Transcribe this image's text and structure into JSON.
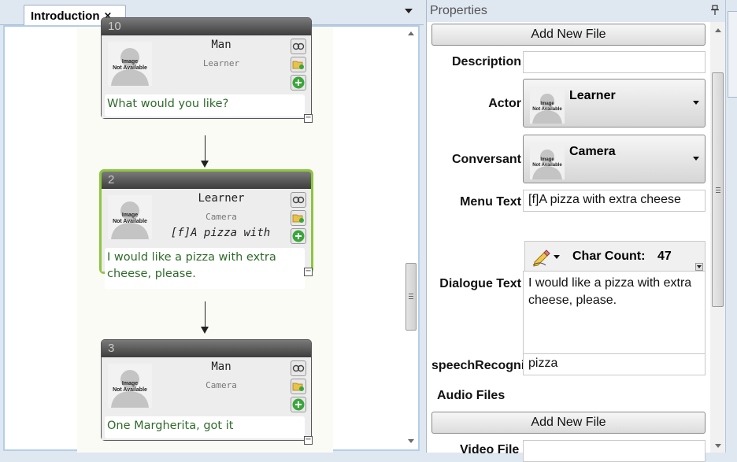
{
  "tab": {
    "title": "Introduction",
    "close_glyph": "×"
  },
  "canvas": {
    "nodes": [
      {
        "number": "10",
        "actor": "Man",
        "conversant": "Learner",
        "menu_text": "",
        "avatar_caption": "Image\nNot Available",
        "dialogue": "What would you like?",
        "selected": false
      },
      {
        "number": "2",
        "actor": "Learner",
        "conversant": "Camera",
        "menu_text": "[f]A pizza with",
        "avatar_caption": "Image\nNot Available",
        "dialogue": "I would like a pizza with extra cheese, please.",
        "selected": true
      },
      {
        "number": "3",
        "actor": "Man",
        "conversant": "Camera",
        "menu_text": "",
        "avatar_caption": "Image\nNot Available",
        "dialogue": "One Margherita, got it",
        "selected": false
      }
    ],
    "collapse_glyph": "−"
  },
  "properties": {
    "title": "Properties",
    "add_new_file_label": "Add New File",
    "description": {
      "label": "Description",
      "value": ""
    },
    "actor": {
      "label": "Actor",
      "value": "Learner",
      "avatar_caption": "Image\nNot Available"
    },
    "conversant": {
      "label": "Conversant",
      "value": "Camera",
      "avatar_caption": "Image\nNot Available"
    },
    "menu_text": {
      "label": "Menu Text",
      "value": "[f]A pizza with extra cheese"
    },
    "char_count": {
      "label": "Char Count:",
      "value": "47"
    },
    "dialogue_text": {
      "label": "Dialogue Text",
      "value": "I would like a pizza with extra cheese, please."
    },
    "speech_recognition": {
      "label": "speechRecogni",
      "value": "pizza"
    },
    "audio_files": {
      "label": "Audio Files",
      "add_label": "Add New File"
    },
    "video_file": {
      "label": "Video File"
    }
  },
  "colors": {
    "selected_border": "#8dc63f",
    "dialogue_green": "#2f6b2a",
    "header_dark": "#3d3d3d",
    "panel_bg": "#dfe7f1"
  },
  "icons": [
    "link-icon",
    "folder-add-icon",
    "plus-circle-icon",
    "pencil-icon",
    "pin-icon",
    "chevron-down-icon"
  ]
}
